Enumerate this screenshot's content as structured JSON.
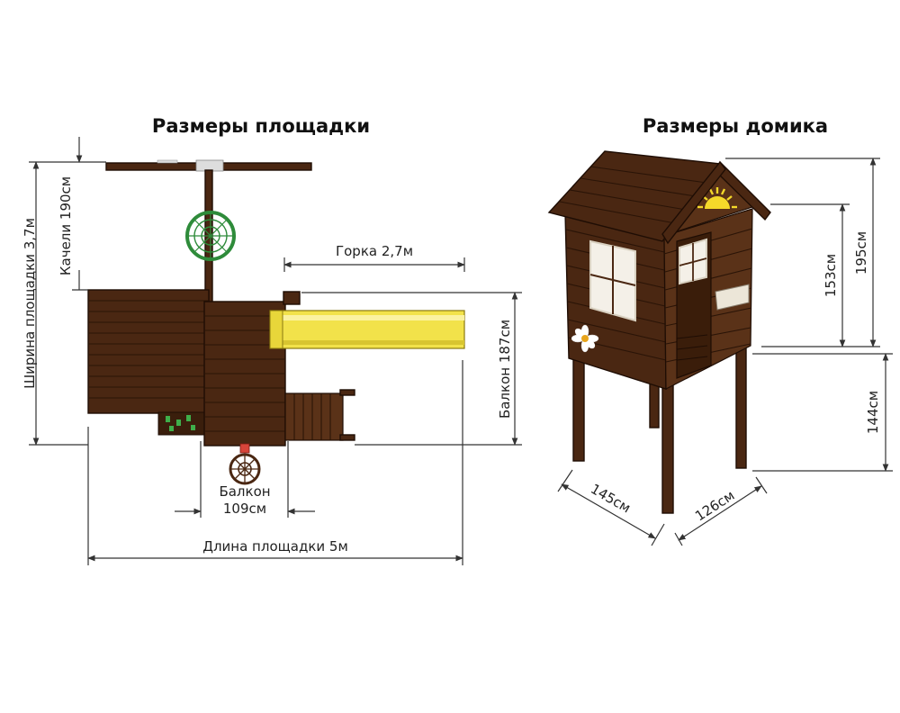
{
  "platform": {
    "title": "Размеры площадки",
    "swing_label": "Качели 190см",
    "width_label": "Ширина площадки 3,7м",
    "slide_label": "Горка 2,7м",
    "balcony_side_label": "Балкон 187см",
    "balcony_front_line1": "Балкон",
    "balcony_front_line2": "109см",
    "length_label": "Длина площадки 5м"
  },
  "house": {
    "title": "Размеры домика",
    "dim_195": "195см",
    "dim_153": "153см",
    "dim_144": "144см",
    "dim_145": "145см",
    "dim_126": "126см"
  },
  "colors": {
    "wood": "#4a2712",
    "slide": "#f2e24a",
    "wheel": "#2e8b3a",
    "sun": "#f5d92a"
  }
}
